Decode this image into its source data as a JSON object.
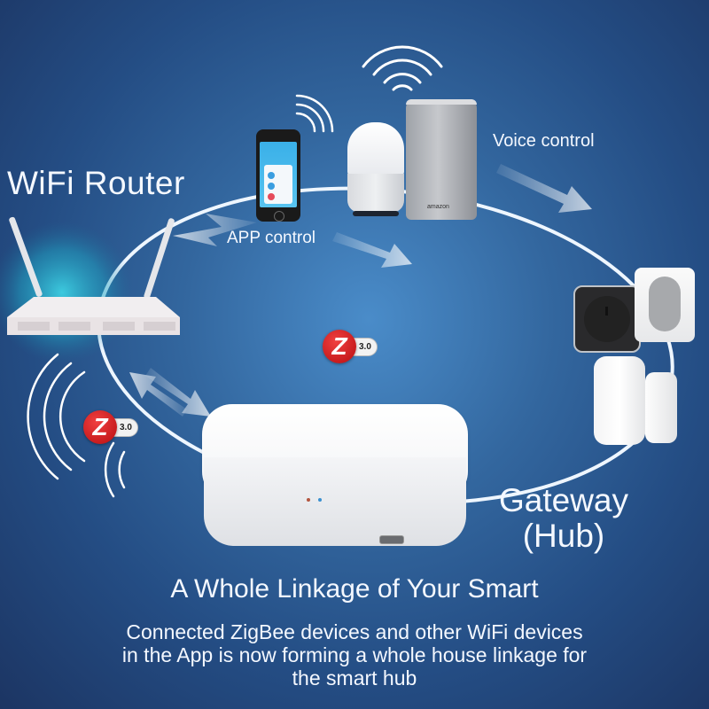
{
  "labels": {
    "wifi_router": "WiFi Router",
    "app_control": "APP control",
    "voice_control": "Voice control",
    "gateway_line1": "Gateway",
    "gateway_line2": "(Hub)"
  },
  "badges": [
    {
      "icon": "zigbee-icon",
      "glyph": "Z",
      "version": "3.0"
    },
    {
      "icon": "zigbee-icon",
      "glyph": "Z",
      "version": "3.0"
    }
  ],
  "devices": {
    "speaker_brand": "amazon"
  },
  "footer": {
    "headline": "A Whole Linkage of Your Smart",
    "description_lines": [
      "Connected ZigBee devices and other WiFi devices",
      "in the App is now forming a whole house linkage for",
      "the smart hub"
    ]
  },
  "colors": {
    "background_dark": "#1c3563",
    "background_light": "#4a8cc9",
    "zigbee_red": "#d42020",
    "text": "#f4f8ff"
  }
}
